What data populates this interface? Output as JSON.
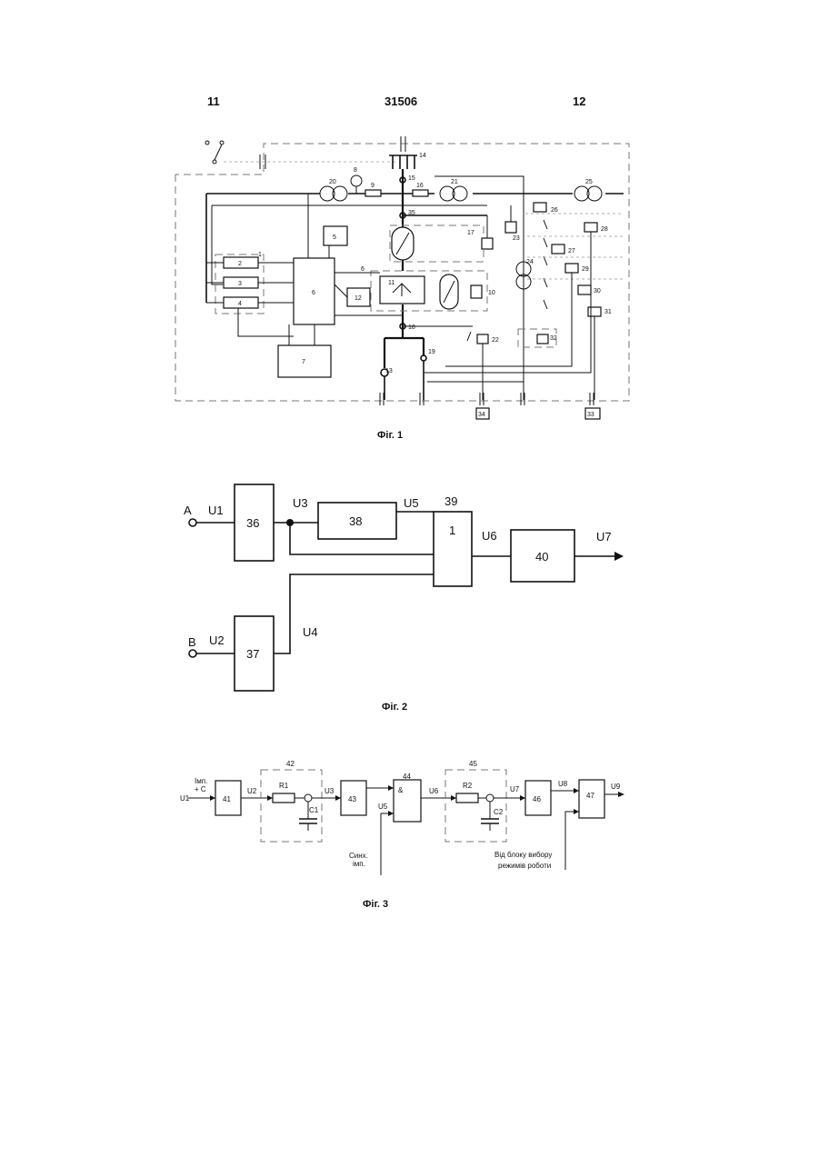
{
  "header": {
    "left_page": "11",
    "patent_number": "31506",
    "right_page": "12"
  },
  "figures": [
    {
      "caption": "Фіг. 1",
      "labels": [
        "1",
        "2",
        "3",
        "4",
        "5",
        "6",
        "6",
        "7",
        "8",
        "9",
        "10",
        "11",
        "12",
        "13",
        "14",
        "15",
        "16",
        "17",
        "18",
        "19",
        "20",
        "21",
        "22",
        "23",
        "24",
        "25",
        "26",
        "27",
        "28",
        "29",
        "30",
        "31",
        "32",
        "33",
        "34",
        "35"
      ]
    },
    {
      "caption": "Фіг. 2",
      "inputs": [
        "A",
        "B"
      ],
      "signals": [
        "U1",
        "U2",
        "U3",
        "U4",
        "U5",
        "U6",
        "U7"
      ],
      "blocks": [
        "36",
        "37",
        "38",
        "1",
        "40"
      ],
      "block_39_label": "39"
    },
    {
      "caption": "Фіг. 3",
      "input_text": [
        "Імп.",
        "+ C"
      ],
      "signals": [
        "U1",
        "U2",
        "U3",
        "U5",
        "U6",
        "U7",
        "U8",
        "U9"
      ],
      "blocks": [
        "41",
        "43",
        "&",
        "46",
        "47"
      ],
      "group_labels": [
        "42",
        "44",
        "45"
      ],
      "components": [
        "R1",
        "C1",
        "R2",
        "C2"
      ],
      "sync_text": [
        "Синх.",
        "імп."
      ],
      "mode_text": [
        "Від блоку вибору",
        "режимів роботи"
      ]
    }
  ]
}
